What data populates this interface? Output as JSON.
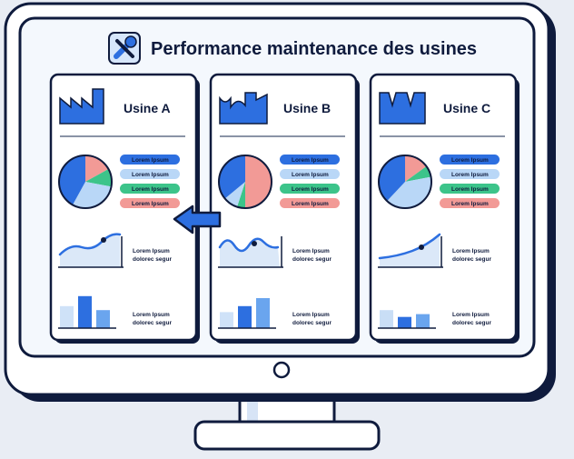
{
  "title": "Performance maintenance des usines",
  "icons": {
    "header": "wrench-screwdriver-icon",
    "factory": "factory-icon",
    "arrow": "arrow-left-icon"
  },
  "colors": {
    "navy": "#0f1b3d",
    "blue": "#2d6fe0",
    "light_blue": "#b9d7f7",
    "green": "#3cc48a",
    "salmon": "#f29a96",
    "screen_bg": "#f4f8fd"
  },
  "panels": [
    {
      "name": "Usine A",
      "legend": [
        {
          "text": "Lorem Ipsum",
          "color": "#2d6fe0"
        },
        {
          "text": "Lorem Ipsum",
          "color": "#b9d7f7"
        },
        {
          "text": "Lorem Ipsum",
          "color": "#3cc48a"
        },
        {
          "text": "Lorem Ipsum",
          "color": "#f29a96"
        }
      ],
      "pie": [
        0.42,
        0.3,
        0.11,
        0.17
      ],
      "line_caption": [
        "Lorem Ipsum",
        "dolorec segur"
      ],
      "bars": [
        0.55,
        0.8,
        0.45
      ],
      "bar_caption": [
        "Lorem Ipsum",
        "dolorec segur"
      ]
    },
    {
      "name": "Usine B",
      "legend": [
        {
          "text": "Lorem Ipsum",
          "color": "#2d6fe0"
        },
        {
          "text": "Lorem Ipsum",
          "color": "#b9d7f7"
        },
        {
          "text": "Lorem Ipsum",
          "color": "#3cc48a"
        },
        {
          "text": "Lorem Ipsum",
          "color": "#f29a96"
        }
      ],
      "pie": [
        0.36,
        0.09,
        0.05,
        0.5
      ],
      "line_caption": [
        "Lorem Ipsum",
        "dolorec segur"
      ],
      "bars": [
        0.4,
        0.55,
        0.75
      ],
      "bar_caption": [
        "Lorem Ipsum",
        "dolorec segur"
      ]
    },
    {
      "name": "Usine C",
      "legend": [
        {
          "text": "Lorem Ipsum",
          "color": "#2d6fe0"
        },
        {
          "text": "Lorem Ipsum",
          "color": "#b9d7f7"
        },
        {
          "text": "Lorem Ipsum",
          "color": "#3cc48a"
        },
        {
          "text": "Lorem Ipsum",
          "color": "#f29a96"
        }
      ],
      "pie": [
        0.38,
        0.4,
        0.07,
        0.15
      ],
      "line_caption": [
        "Lorem Ipsum",
        "dolorec segur"
      ],
      "bars": [
        0.45,
        0.28,
        0.35
      ],
      "bar_caption": [
        "Lorem Ipsum",
        "dolorec segur"
      ]
    }
  ]
}
